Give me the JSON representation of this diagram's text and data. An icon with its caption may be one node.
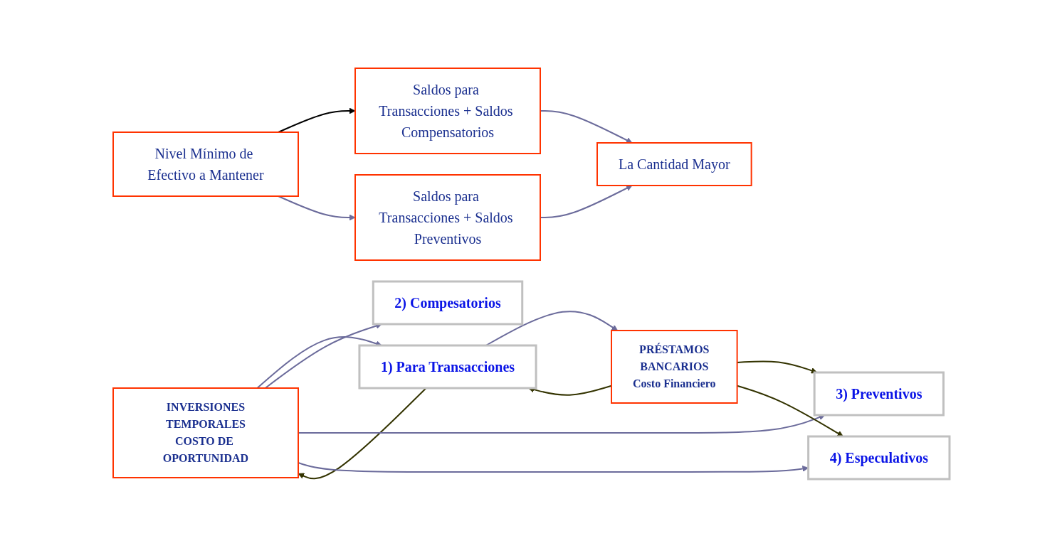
{
  "diagram": {
    "nodes": [
      {
        "text": [
          "INVERSIONES",
          "TEMPORALES",
          "COSTO DE OPORTUNIDAD"
        ]
      },
      {
        "text": [
          "1) Para Transacciones"
        ]
      },
      {
        "text": [
          "2) Compesatorios"
        ]
      },
      {
        "text": [
          "3) Preventivos"
        ]
      },
      {
        "text": [
          "4) Especulativos"
        ]
      },
      {
        "text": [
          "PRÉSTAMOS",
          "BANCARIOS",
          "Costo Financiero"
        ]
      },
      {
        "text": [
          "Nivel Mínimo de Efectivo a Mantener"
        ]
      },
      {
        "text": [
          "Saldos para Transacciones + Saldos Compensatorios"
        ]
      },
      {
        "text": [
          "Saldos para Transacciones + Saldos Preventivos"
        ]
      },
      {
        "text": [
          "La Cantidad Mayor"
        ]
      }
    ],
    "edges": [
      {
        "from": 0,
        "to": 1,
        "arrow": "to"
      },
      {
        "from": 1,
        "to": 0,
        "arrow": "to",
        "color": "#333300"
      },
      {
        "from": 0,
        "to": 2,
        "arrow": "to"
      },
      {
        "from": 0,
        "to": 3,
        "arrow": "to"
      },
      {
        "from": 0,
        "to": 4,
        "arrow": "to"
      },
      {
        "from": 5,
        "to": 1,
        "arrow": "to",
        "color": "#333300"
      },
      {
        "from": 1,
        "to": 5,
        "arrow": "to"
      },
      {
        "from": 5,
        "to": 3,
        "arrow": "to",
        "color": "#333300"
      },
      {
        "from": 5,
        "to": 4,
        "arrow": "to",
        "color": "#333300"
      },
      {
        "from": 6,
        "to": 7,
        "arrow": "to",
        "color": "#000000"
      },
      {
        "from": 6,
        "to": 8,
        "arrow": "to"
      },
      {
        "from": 7,
        "to": 9,
        "arrow": "to"
      },
      {
        "from": 8,
        "to": 9,
        "arrow": "to"
      }
    ]
  }
}
